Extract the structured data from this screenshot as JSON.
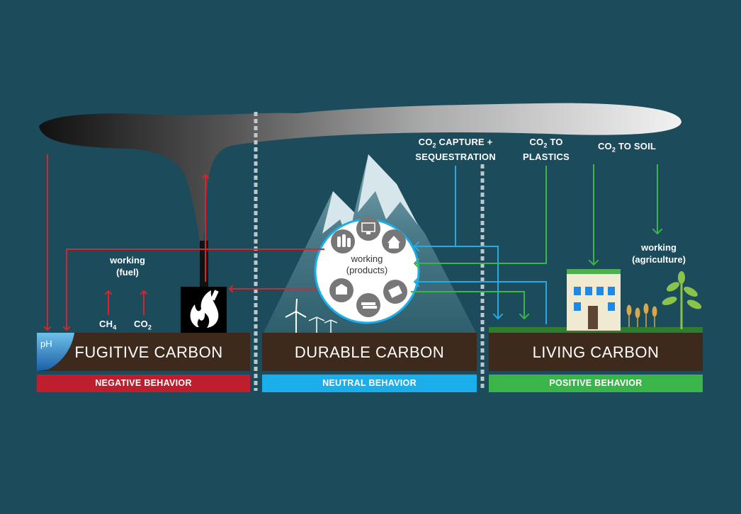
{
  "colors": {
    "background": "#1c4b5c",
    "negative": "#be1e2d",
    "neutral": "#1aaeeb",
    "positive": "#39b54a",
    "soil": "#3e2a1c",
    "red_arrow": "#e0202a",
    "blue_arrow": "#27aae1",
    "green_arrow": "#3bb44a"
  },
  "zones": {
    "fugitive": {
      "title": "FUGITIVE CARBON",
      "behavior": "NEGATIVE BEHAVIOR",
      "working_line1": "working",
      "working_line2": "(fuel)"
    },
    "durable": {
      "title": "DURABLE CARBON",
      "behavior": "NEUTRAL BEHAVIOR",
      "working_line1": "working",
      "working_line2": "(products)"
    },
    "living": {
      "title": "LIVING CARBON",
      "behavior": "POSITIVE BEHAVIOR",
      "working_line1": "working",
      "working_line2": "(agriculture)"
    }
  },
  "emissions": {
    "ch4": "CH",
    "ch4_sub": "4",
    "co2": "CO",
    "co2_sub": "2"
  },
  "ph_label": "pH",
  "flows": {
    "capture": {
      "prefix": "CO",
      "sub": "2",
      "suffix": " CAPTURE +",
      "line2": "SEQUESTRATION"
    },
    "plastics": {
      "prefix": "CO",
      "sub": "2",
      "suffix": " TO",
      "line2": "PLASTICS"
    },
    "soil": {
      "prefix": "CO",
      "sub": "2",
      "suffix": " TO SOIL"
    }
  },
  "icons": {
    "smoke": "smoke-plume-icon",
    "furnace": "furnace-fire-icon",
    "mountain": "mountain-icon",
    "wind": "wind-turbine-icon",
    "bottles": "bottles-icon",
    "computer": "computer-icon",
    "house": "house-icon",
    "paper": "paper-stack-icon",
    "lumber": "lumber-icon",
    "box": "box-icon",
    "building": "green-roof-building-icon",
    "wheat": "wheat-icon",
    "tree": "tree-icon",
    "water": "water-icon"
  }
}
